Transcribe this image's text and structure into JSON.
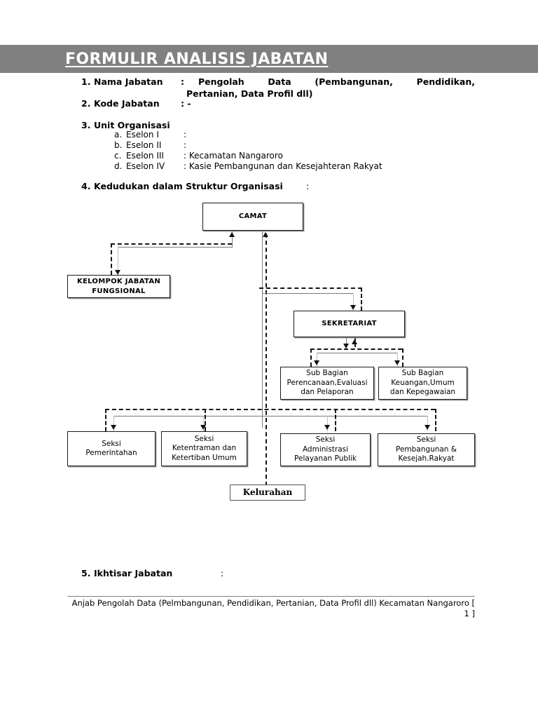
{
  "header": {
    "title": "FORMULIR ANALISIS JABATAN",
    "bar_color": "#808080",
    "title_color": "#ffffff"
  },
  "fields": [
    {
      "number": "1.",
      "label": "Nama Jabatan",
      "colon": ":",
      "value_line1": "Pengolah Data (Pembangunan, Pendidikan,",
      "value_line2": "Pertanian, Data Profil dll)"
    },
    {
      "number": "2.",
      "label": "Kode Jabatan",
      "value": ": -"
    },
    {
      "number": "3.",
      "label": "Unit Organisasi",
      "subitems": [
        {
          "letter": "a.",
          "label": "Eselon I",
          "value": ":"
        },
        {
          "letter": "b.",
          "label": "Eselon II",
          "value": ":"
        },
        {
          "letter": "c.",
          "label": "Eselon III",
          "value": ": Kecamatan Nangaroro"
        },
        {
          "letter": "d.",
          "label": "Eselon IV",
          "value": ": Kasie Pembangunan dan Kesejahteran Rakyat"
        }
      ]
    },
    {
      "number": "4.",
      "label": "Kedudukan dalam Struktur Organisasi",
      "colon": ":"
    },
    {
      "number": "5.",
      "label": "Ikhtisar Jabatan",
      "colon": ":"
    }
  ],
  "org_chart": {
    "nodes": {
      "camat": "CAMAT",
      "kelompok": "KELOMPOK JABATAN FUNGSIONAL",
      "sekretariat": "SEKRETARIAT",
      "subbag1_l1": "Sub Bagian",
      "subbag1_l2": "Perencanaan,Evaluasi",
      "subbag1_l3": "dan Pelaporan",
      "subbag2_l1": "Sub Bagian",
      "subbag2_l2": "Keuangan,Umum",
      "subbag2_l3": "dan Kepegawaian",
      "seksi1_l1": "Seksi",
      "seksi1_l2": "Pemerintahan",
      "seksi2_l1": "Seksi",
      "seksi2_l2": "Ketentraman dan",
      "seksi2_l3": "Ketertiban Umum",
      "seksi3_l1": "Seksi",
      "seksi3_l2": "Administrasi",
      "seksi3_l3": "Pelayanan Publik",
      "seksi4_l1": "Seksi",
      "seksi4_l2": "Pembangunan &",
      "seksi4_l3": "Kesejah.Rakyat",
      "kelurahan": "Kelurahan"
    }
  },
  "footer": {
    "line1": "Anjab  Pengolah Data (Pelmbangunan, Pendidikan, Pertanian, Data Profil dll) Kecamatan",
    "line2": "Nangaroro [ 1 ]"
  }
}
